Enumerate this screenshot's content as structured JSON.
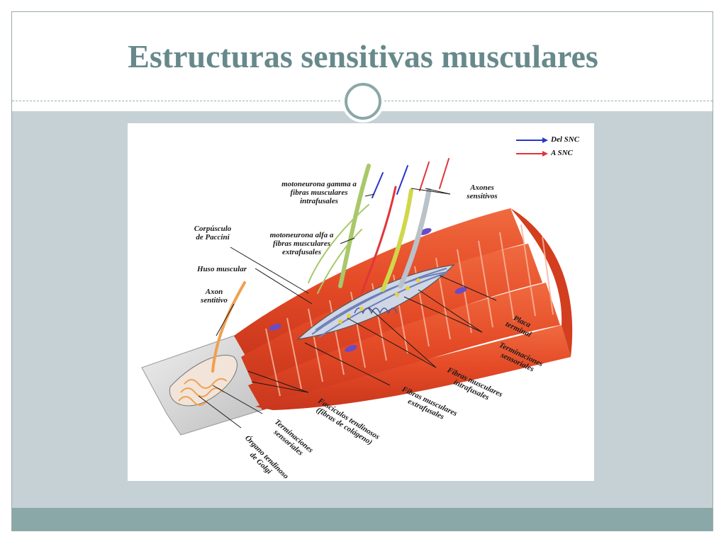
{
  "slide": {
    "title": "Estructuras sensitivas musculares"
  },
  "diagram": {
    "legend": [
      {
        "label": "Del SNC",
        "color": "#2b35c9"
      },
      {
        "label": "A SNC",
        "color": "#e0353a"
      }
    ],
    "labels": {
      "gamma": "motoneurona gamma a\nfibras musculares\nintrafusales",
      "axones": "Axones\nsensitivos",
      "paccini": "Corpúsculo\nde Paccini",
      "alfa": "motoneurona alfa a\nfibras musculares\nextrafusales",
      "huso": "Huso muscular",
      "axon": "Axon\nsentitivo",
      "placa": "Placa\nterminal",
      "term_right": "Terminaciones\nsensoriales",
      "fib_intra": "Fibras musculares\nintrafusales",
      "fib_extra": "Fibras musculares\nextrafusales",
      "fasciculos": "Fascículos tendinosos\n(fibras de colágeno)",
      "term_left": "Terminaciones\nsensoriales",
      "golgi": "Órgano tendinoso\nde Golgi"
    },
    "colors": {
      "muscle": "#e8502b",
      "muscle_stripe": "#f6b39a",
      "tendon": "#d8d8d8",
      "nerve_gamma": "#a8c86a",
      "nerve_sensory": "#cfd84a",
      "nerve_gray": "#b9c2c9",
      "spindle": "#6d7fb8",
      "golgi_fiber": "#f0a050"
    }
  }
}
